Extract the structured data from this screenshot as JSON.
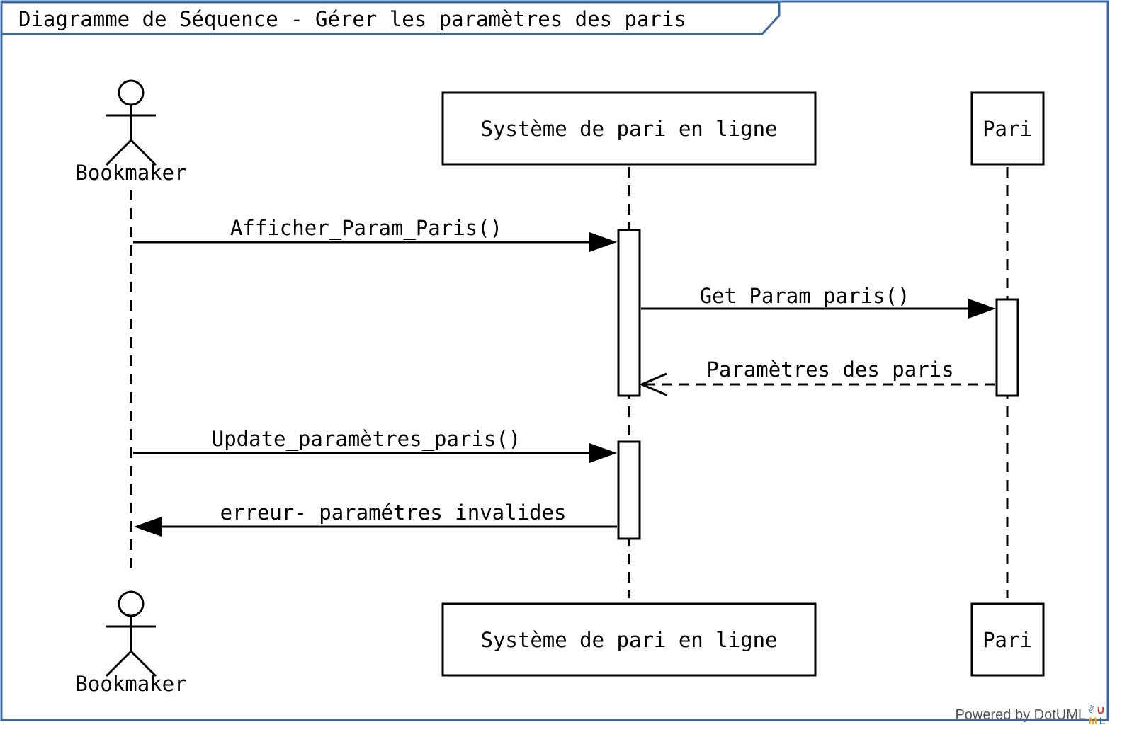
{
  "frame": {
    "title": "Diagramme de Séquence - Gérer les paramètres des paris",
    "frame_color": "#3a6aa0"
  },
  "participants": {
    "bookmaker": {
      "label": "Bookmaker",
      "kind": "actor"
    },
    "systeme": {
      "label": "Système de pari en ligne",
      "kind": "object"
    },
    "pari": {
      "label": "Pari",
      "kind": "object"
    }
  },
  "messages": [
    {
      "label": "Afficher_Param_Paris()",
      "from": "bookmaker",
      "to": "systeme",
      "style": "sync"
    },
    {
      "label": "Get Param paris()",
      "from": "systeme",
      "to": "pari",
      "style": "sync"
    },
    {
      "label": "Paramètres des paris",
      "from": "pari",
      "to": "systeme",
      "style": "return"
    },
    {
      "label": "Update_paramètres_paris()",
      "from": "bookmaker",
      "to": "systeme",
      "style": "sync"
    },
    {
      "label": "erreur- paramétres invalides",
      "from": "systeme",
      "to": "bookmaker",
      "style": "sync"
    }
  ],
  "footer": {
    "powered_by": "Powered by DotUML",
    "logo_colors": [
      "#e8a317",
      "#d0342c",
      "#3a6aa0"
    ]
  }
}
